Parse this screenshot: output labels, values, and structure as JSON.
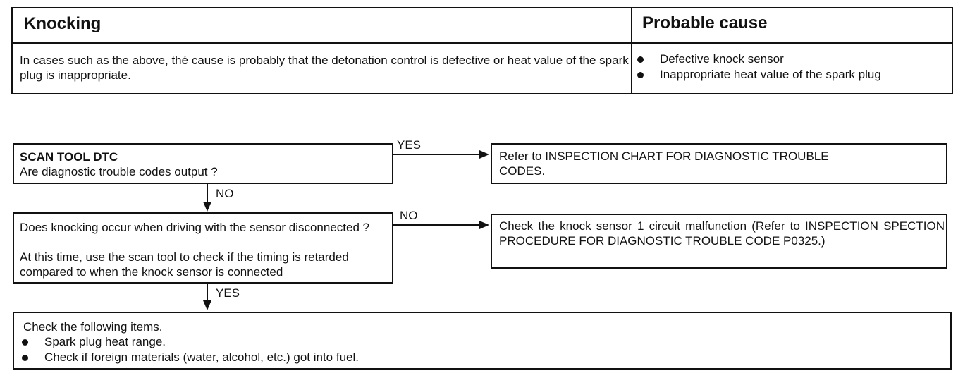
{
  "header_table": {
    "left_title": "Knocking",
    "right_title": "Probable cause",
    "description": "In cases such as the above, thé cause is probably that the detonation control is defective or heat value of the spark plug is inappropriate.",
    "causes": [
      "Defective knock sensor",
      "Inappropriate heat value of the spark plug"
    ]
  },
  "flow": {
    "step1": {
      "title": "SCAN TOOL DTC",
      "question": "Are diagnostic trouble codes output ?"
    },
    "step1_yes_label": "YES",
    "step1_yes_result": "Refer to INSPECTION CHART FOR DIAGNOSTIC TROUBLE CODES.",
    "step1_no_label": "NO",
    "step2": {
      "line1": "Does knocking occur when driving with the sensor disconnected ?",
      "line2": "At this time, use the scan tool to check if the timing is retarded compared to when the knock sensor is connected"
    },
    "step2_no_label": "NO",
    "step2_no_result": "Check the knock sensor 1 circuit malfunction (Refer to INSPECTION SPECTION PROCEDURE FOR DIAGNOSTIC TROUBLE CODE P0325.)",
    "step2_yes_label": "YES",
    "final": {
      "title": "Check the following items.",
      "items": [
        "Spark plug heat range.",
        "Check if foreign materials (water, alcohol, etc.) got into fuel."
      ]
    }
  }
}
